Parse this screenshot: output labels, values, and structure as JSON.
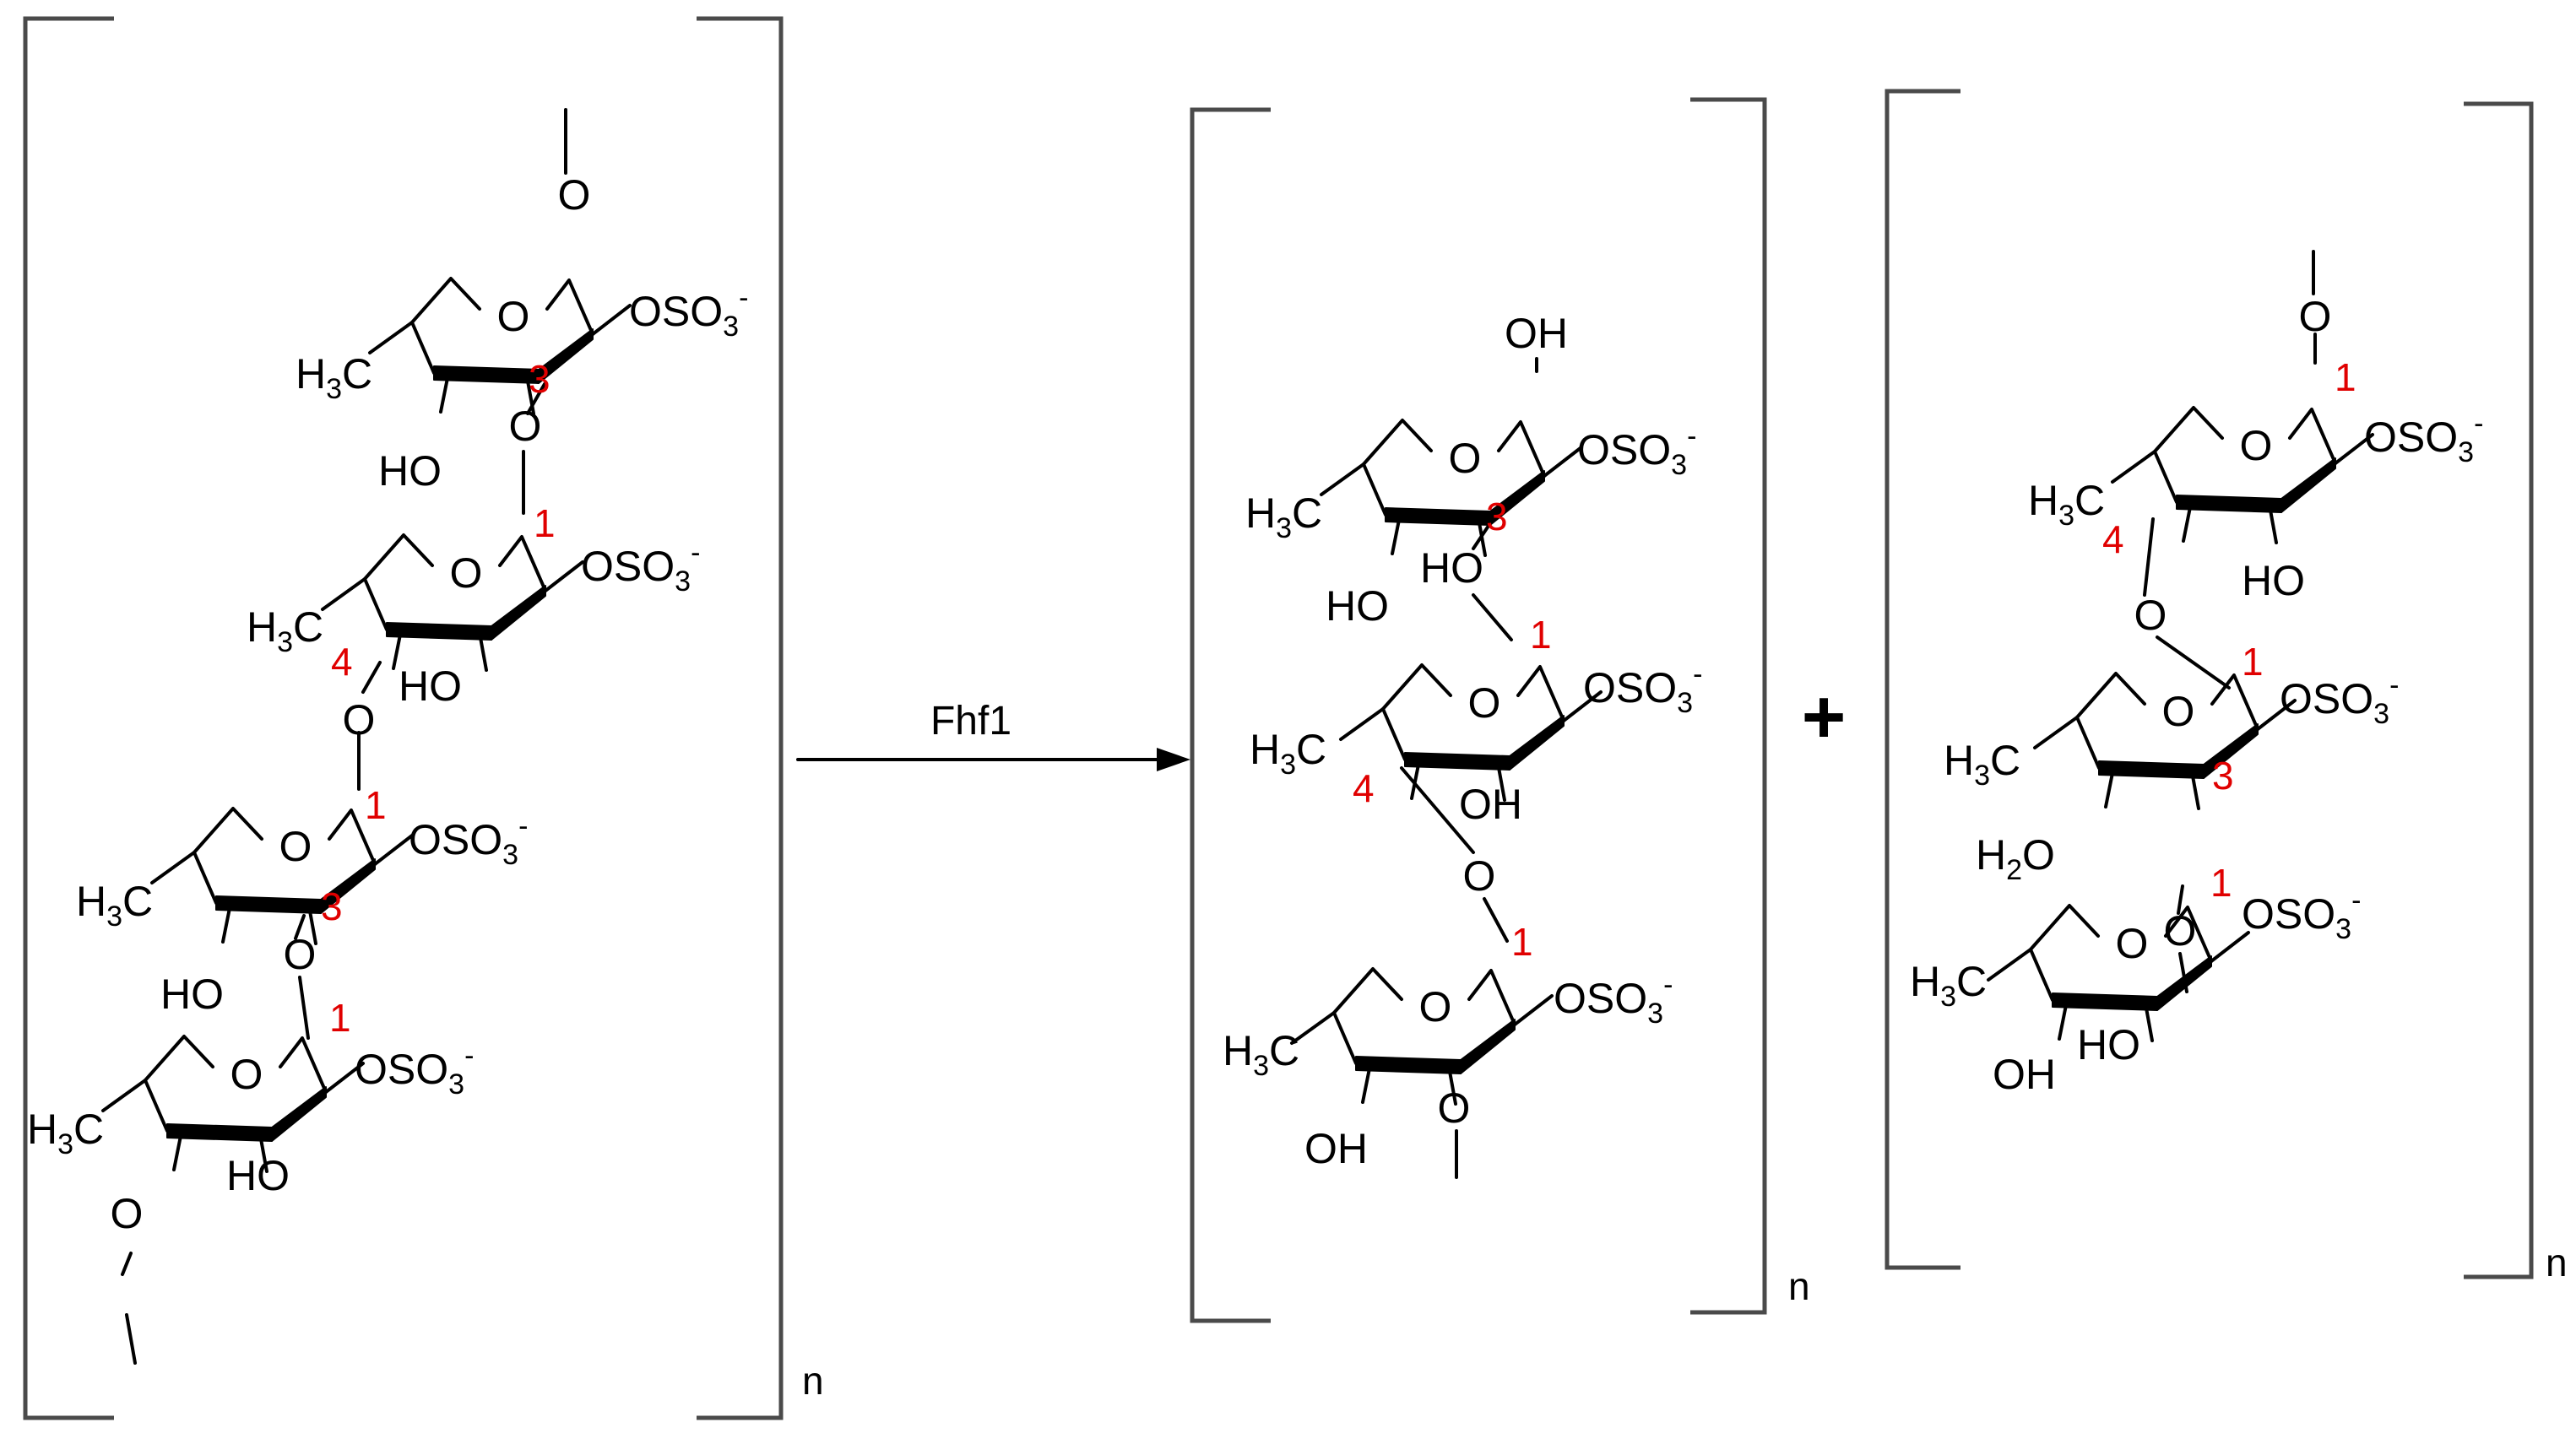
{
  "reaction": {
    "enzyme": "Fhf1",
    "operator": "+",
    "repeat": "n"
  },
  "labels": {
    "o": "O",
    "oh": "OH",
    "ho": "HO",
    "h": "H",
    "c": "C",
    "three": "3",
    "two": "2",
    "osulf": "OSO",
    "minus": "-"
  },
  "colors": {
    "bond": "#000000",
    "bracket": "#4a4a4a",
    "position_number": "#e00000"
  },
  "structures": [
    {
      "id": "substrate",
      "units": [
        {
          "positions": [
            "3"
          ],
          "substituents": [
            "OSO3-",
            "H3C",
            "HO",
            "O"
          ]
        },
        {
          "positions": [
            "1",
            "4"
          ],
          "substituents": [
            "OSO3-",
            "H3C",
            "HO",
            "O"
          ]
        },
        {
          "positions": [
            "1",
            "3"
          ],
          "substituents": [
            "OSO3-",
            "H3C",
            "HO",
            "O"
          ]
        },
        {
          "positions": [
            "1"
          ],
          "substituents": [
            "OSO3-",
            "H3C",
            "HO",
            "O"
          ]
        }
      ]
    },
    {
      "id": "product-1",
      "units": [
        {
          "positions": [
            "3"
          ],
          "substituents": [
            "OH",
            "OSO3-",
            "H3C",
            "HO",
            "HO"
          ]
        },
        {
          "positions": [
            "1",
            "4"
          ],
          "substituents": [
            "OSO3-",
            "H3C",
            "OH",
            "O"
          ]
        },
        {
          "positions": [
            "1"
          ],
          "substituents": [
            "OSO3-",
            "H3C",
            "OH",
            "O"
          ]
        }
      ]
    },
    {
      "id": "product-2",
      "units": [
        {
          "positions": [
            "1",
            "4"
          ],
          "substituents": [
            "O",
            "OSO3-",
            "H3C",
            "HO",
            "O"
          ]
        },
        {
          "positions": [
            "1",
            "3"
          ],
          "substituents": [
            "OSO3-",
            "H3C",
            "H2O",
            "O"
          ]
        },
        {
          "positions": [
            "1"
          ],
          "substituents": [
            "OSO3-",
            "H3C",
            "OH",
            "HO"
          ]
        }
      ]
    }
  ]
}
